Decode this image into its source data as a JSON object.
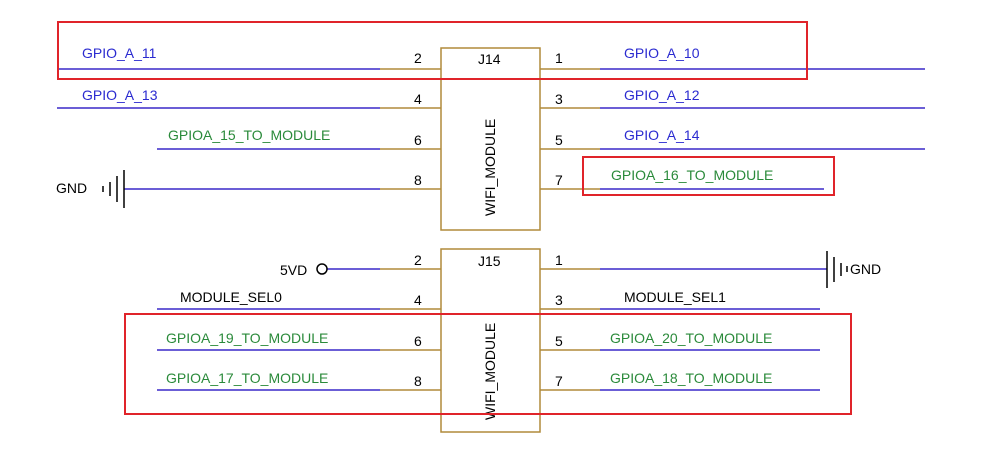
{
  "colors": {
    "wire": "#3a28c8",
    "pin_line": "#b08a3a",
    "box": "#b08a3a",
    "label_blue": "#2a2ad0",
    "label_green": "#2a8a3a",
    "label_black": "#000000",
    "highlight": "#e0242a"
  },
  "j14": {
    "ref": "J14",
    "value": "WIFI_MODULE",
    "pins": {
      "p1": "1",
      "p2": "2",
      "p3": "3",
      "p4": "4",
      "p5": "5",
      "p6": "6",
      "p7": "7",
      "p8": "8"
    },
    "nets": {
      "p1": "GPIO_A_10",
      "p2": "GPIO_A_11",
      "p3": "GPIO_A_12",
      "p4": "GPIO_A_13",
      "p5": "GPIO_A_14",
      "p6": "GPIOA_15_TO_MODULE",
      "p7": "GPIOA_16_TO_MODULE",
      "p8": "GND"
    }
  },
  "j15": {
    "ref": "J15",
    "value": "WIFI_MODULE",
    "pins": {
      "p1": "1",
      "p2": "2",
      "p3": "3",
      "p4": "4",
      "p5": "5",
      "p6": "6",
      "p7": "7",
      "p8": "8"
    },
    "nets": {
      "p1": "GND",
      "p2": "5VD",
      "p3": "MODULE_SEL1",
      "p4": "MODULE_SEL0",
      "p5": "GPIOA_20_TO_MODULE",
      "p6": "GPIOA_19_TO_MODULE",
      "p7": "GPIOA_18_TO_MODULE",
      "p8": "GPIOA_17_TO_MODULE"
    }
  }
}
